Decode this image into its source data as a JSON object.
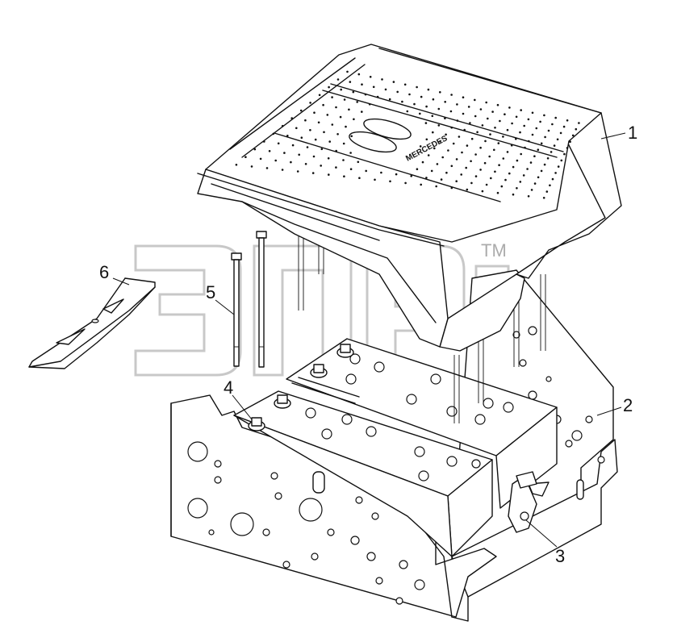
{
  "watermark": {
    "text": "ЭПЕ",
    "tm": "TM"
  },
  "callouts": [
    {
      "id": "1",
      "label": "1"
    },
    {
      "id": "2",
      "label": "2"
    },
    {
      "id": "3",
      "label": "3"
    },
    {
      "id": "4",
      "label": "4"
    },
    {
      "id": "5",
      "label": "5"
    },
    {
      "id": "6",
      "label": "6"
    }
  ],
  "cover_brand_text": "MERCEDES",
  "colors": {
    "line": "#111111",
    "background": "#ffffff",
    "watermark": "#9a9a9a"
  }
}
